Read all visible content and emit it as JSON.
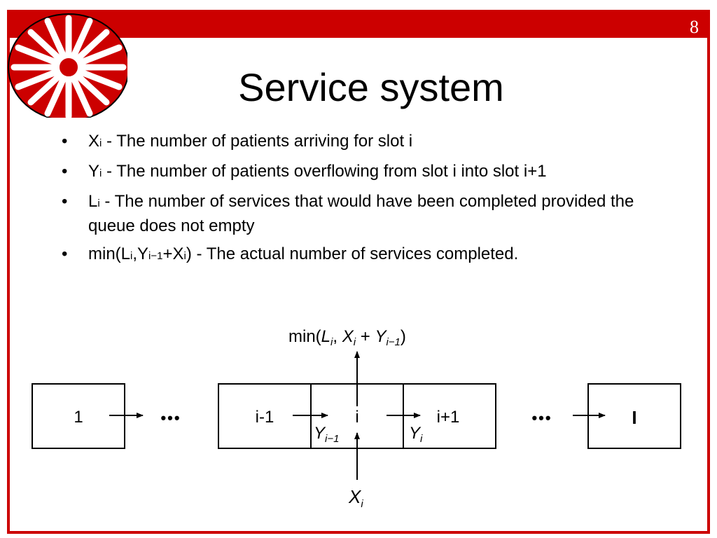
{
  "slide": {
    "number": "8",
    "title": "Service system"
  },
  "bullets": [
    {
      "var": "X",
      "sub": "i",
      "text": " - The number of patients arriving for slot i"
    },
    {
      "var": "Y",
      "sub": "i",
      "text": " - The number of patients overflowing from slot i into slot i+1"
    },
    {
      "var": "L",
      "sub": "i",
      "text": " - The number of services that would have been completed provided the queue does not empty"
    },
    {
      "min_prefix": "min(L",
      "min_sub1": "i",
      "min_y": ",Y",
      "min_sub2": "i−1",
      "min_x": "+X",
      "min_sub3": "i",
      "text": ") - The actual number of services completed."
    }
  ],
  "diagram": {
    "boxes": [
      "1",
      "i-1",
      "i",
      "i+1",
      "I"
    ],
    "dots": "•••",
    "top_label": {
      "fn": "min(",
      "L": "L",
      "L_sub": "i",
      "sep": ", ",
      "X": "X",
      "X_sub": "i",
      "plus": " + ",
      "Y": "Y",
      "Y_sub": "i−1",
      "close": ")"
    },
    "y_prev": {
      "var": "Y",
      "sub": "i−1"
    },
    "y_curr": {
      "var": "Y",
      "sub": "i"
    },
    "x_in": {
      "var": "X",
      "sub": "i"
    }
  },
  "colors": {
    "accent": "#cc0000"
  },
  "logo": {
    "icon": "starburst-logo-icon"
  }
}
